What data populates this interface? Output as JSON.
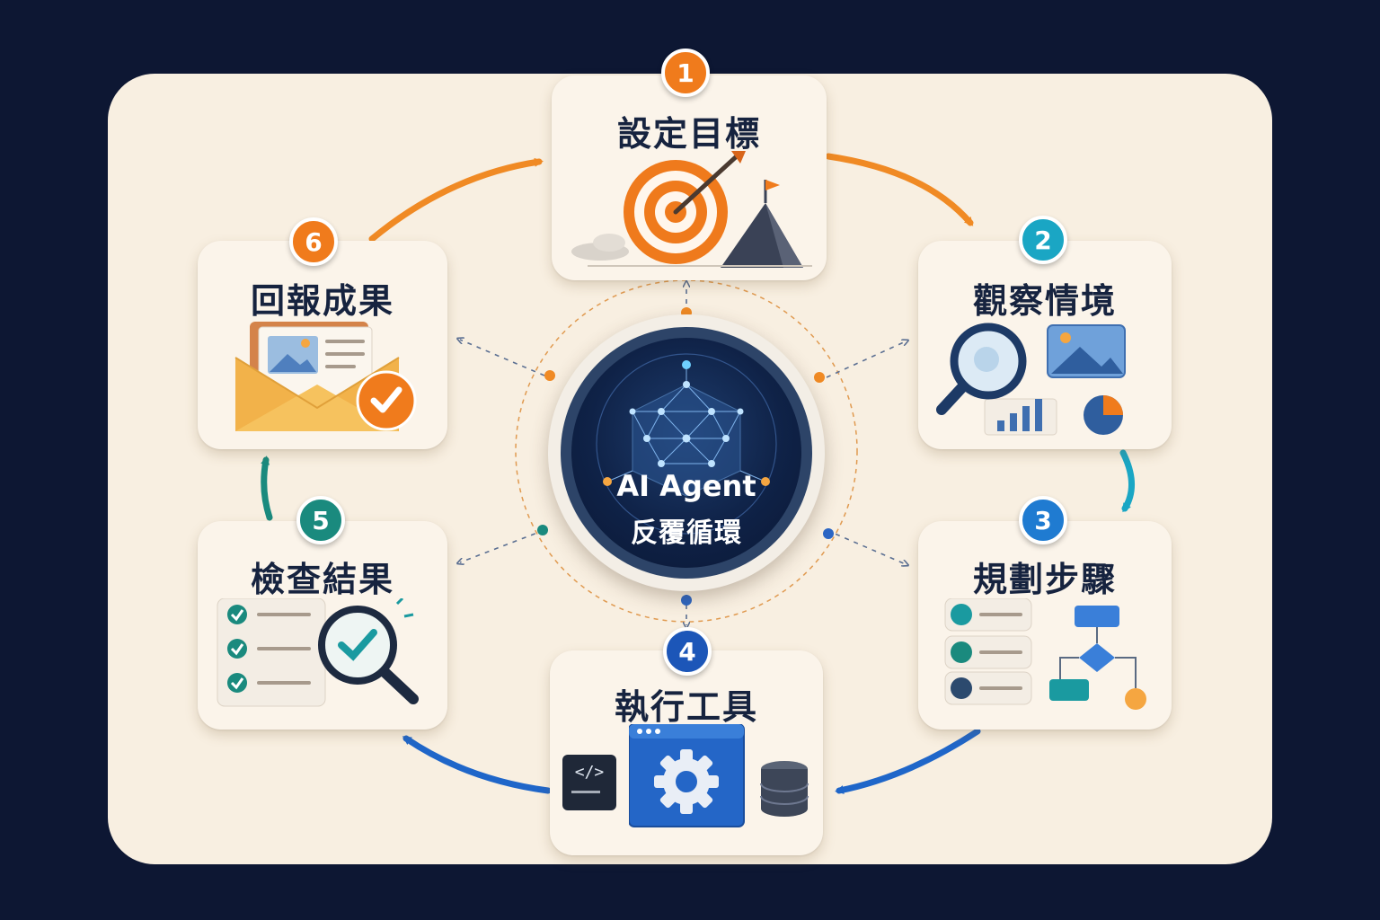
{
  "center": {
    "line1": "AI Agent",
    "line2": "反覆循環"
  },
  "steps": [
    {
      "number": "1",
      "label": "設定目標",
      "icon": "target-icon",
      "color": "#f07b1c"
    },
    {
      "number": "2",
      "label": "觀察情境",
      "icon": "magnifier-icon",
      "color": "#1aa6c4"
    },
    {
      "number": "3",
      "label": "規劃步驟",
      "icon": "flowchart-icon",
      "color": "#1f7bd1"
    },
    {
      "number": "4",
      "label": "執行工具",
      "icon": "gear-icon",
      "color": "#1c56b8"
    },
    {
      "number": "5",
      "label": "檢查結果",
      "icon": "checklist-icon",
      "color": "#1a8a7e"
    },
    {
      "number": "6",
      "label": "回報成果",
      "icon": "envelope-icon",
      "color": "#f07b1c"
    }
  ],
  "icons": {
    "code": "</>"
  }
}
